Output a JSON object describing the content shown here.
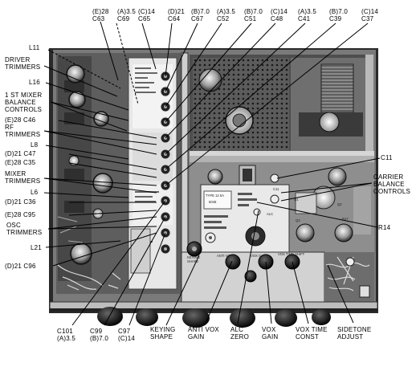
{
  "labels": {
    "top_c63": "(E)28\nC63",
    "top_c69": "(A)3.5\nC69",
    "top_c65": "(C)14\nC65",
    "top_c64": "(D)21\nC64",
    "top_c67": "(B)7.0\nC67",
    "top_c52": "(A)3.5\nC52",
    "top_c51": "(B)7.0\nC51",
    "top_c48": "(C)14\nC48",
    "top_c41": "(A)3.5\nC41",
    "top_c39": "(B)7.0\nC39",
    "top_c37": "(C)14\nC37",
    "l11": "L11",
    "driver_trimmers": "DRIVER\nTRIMMERS",
    "l16": "L16",
    "first_mixer": "1 ST MIXER\nBALANCE\nCONTROLS",
    "c46": "(E)28 C46",
    "rf_trimmers": "RF\nTRIMMERS",
    "l8": "L8",
    "c47": "(D)21 C47",
    "c35": "(E)28 C35",
    "mixer_trimmers": "MIXER\nTRIMMERS",
    "l6": "L6",
    "c36": "(D)21 C36",
    "c95": "(E)28 C95",
    "osc_trimmers": "OSC\nTRIMMERS",
    "l21": "L21",
    "c96": "(D)21 C96",
    "c11": "C11",
    "carrier_balance": "CARRIER\nBALANCE\nCONTROLS",
    "r14": "R14",
    "c101": "C101\n(A)3.5",
    "c99": "C99\n(B)7.0",
    "c97": "C97\n(C)14",
    "keying_shape": "KEYING\nSHAPE",
    "anti_vox": "ANTI VOX\nGAIN",
    "alc_zero": "ALC\nZERO",
    "vox_gain": "VOX\nGAIN",
    "vox_time": "VOX TIME\nCONST",
    "sidetone": "SIDETONE\nADJUST"
  },
  "panel_text": {
    "module_type": "TYPE 12 5A",
    "module_num": "5048",
    "panel_keying": "KEYING\nSHAPE",
    "panel_antivox": "ANTI VOX",
    "panel_vox_gain": "VOX GAIN",
    "panel_vox_time": "VOX TIME SHIFT",
    "panel_sidetone": "SIDETONE\nADJUST",
    "panel_alc": "ALC",
    "panel_q1": "Q1",
    "panel_q2": "Q2",
    "panel_q3": "Q3",
    "panel_r17": "R17"
  }
}
